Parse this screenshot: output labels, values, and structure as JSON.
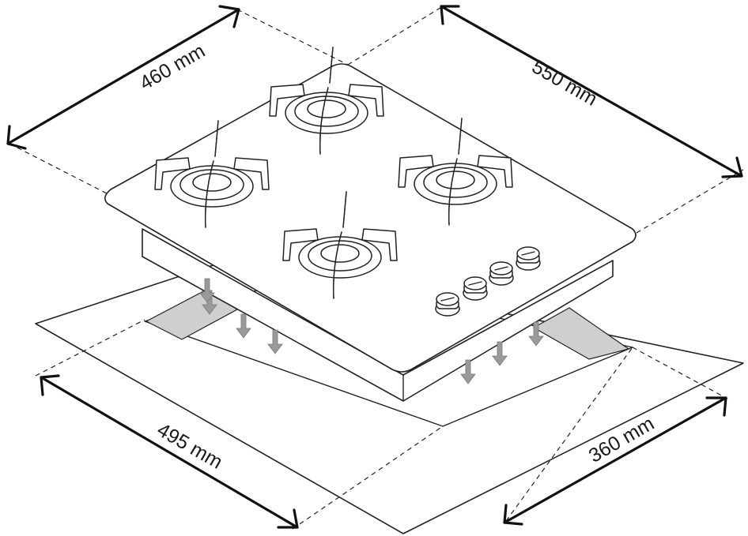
{
  "dimensions": {
    "depth_top": {
      "label": "460 mm"
    },
    "width_top": {
      "label": "550 mm"
    },
    "cutout_width": {
      "label": "495 mm"
    },
    "cutout_depth": {
      "label": "360 mm"
    }
  },
  "colors": {
    "line": "#222222",
    "cutout_fill": "#cfcfcf",
    "arrow_fill": "#9a9a9a"
  },
  "burners": [
    {
      "name": "burner-back"
    },
    {
      "name": "burner-left"
    },
    {
      "name": "burner-right"
    },
    {
      "name": "burner-front"
    }
  ],
  "knobs_count": 4,
  "install_arrows_count": 7
}
